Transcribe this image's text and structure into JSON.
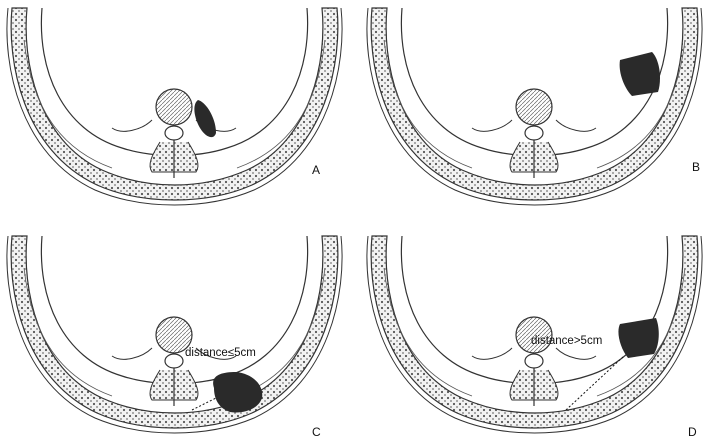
{
  "panels": [
    {
      "id": "A",
      "label": "A",
      "annotation": ""
    },
    {
      "id": "B",
      "label": "B",
      "annotation": ""
    },
    {
      "id": "C",
      "label": "C",
      "annotation": "distance≤5cm"
    },
    {
      "id": "D",
      "label": "D",
      "annotation": "distance>5cm"
    }
  ],
  "colors": {
    "outline": "#333333",
    "tissue": "#e8e8e8",
    "tumor": "#2a2a2a",
    "background": "#ffffff"
  }
}
